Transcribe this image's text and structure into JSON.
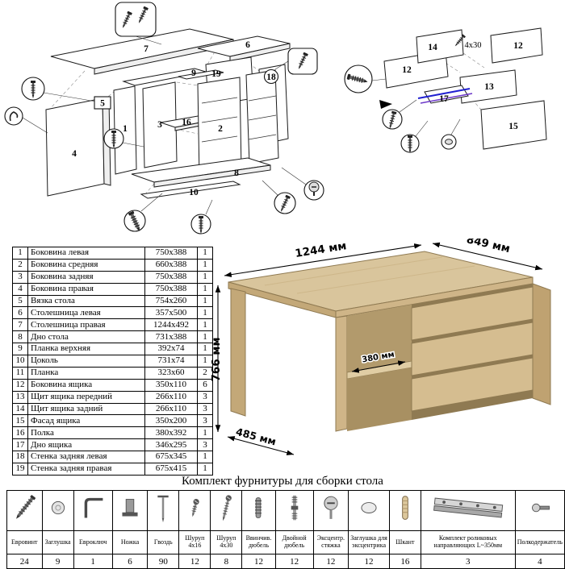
{
  "page": {
    "title": "Комплект фурнитуры для сборки стола"
  },
  "callouts": {
    "1": "1",
    "2": "2",
    "3": "3",
    "4": "4",
    "5": "5",
    "6": "6",
    "7": "7",
    "8": "8",
    "9": "9",
    "10": "10",
    "12": "12",
    "13": "13",
    "14": "14",
    "15": "15",
    "16": "16",
    "17": "17",
    "18": "18",
    "19": "19",
    "screw_note": "4x30"
  },
  "desk_dimensions": {
    "width_top": "1244 мм",
    "depth_top": "849 мм",
    "height_left": "766 мм",
    "shelf_depth": "380 мм",
    "left_bottom": "485 мм"
  },
  "parts_table": {
    "rows": [
      [
        "1",
        "Боковина левая",
        "750x388",
        "1"
      ],
      [
        "2",
        "Боковина средняя",
        "660x388",
        "1"
      ],
      [
        "3",
        "Боковина задняя",
        "750x388",
        "1"
      ],
      [
        "4",
        "Боковина правая",
        "750x388",
        "1"
      ],
      [
        "5",
        "Вязка стола",
        "754x260",
        "1"
      ],
      [
        "6",
        "Столешница левая",
        "357x500",
        "1"
      ],
      [
        "7",
        "Столешница правая",
        "1244x492",
        "1"
      ],
      [
        "8",
        "Дно стола",
        "731x388",
        "1"
      ],
      [
        "9",
        "Планка верхняя",
        "392x74",
        "1"
      ],
      [
        "10",
        "Цоколь",
        "731x74",
        "1"
      ],
      [
        "11",
        "Планка",
        "323x60",
        "2"
      ],
      [
        "12",
        "Боковина ящика",
        "350x110",
        "6"
      ],
      [
        "13",
        "Щит ящика передний",
        "266x110",
        "3"
      ],
      [
        "14",
        "Щит ящика задний",
        "266x110",
        "3"
      ],
      [
        "15",
        "Фасад ящика",
        "350x200",
        "3"
      ],
      [
        "16",
        "Полка",
        "380x392",
        "1"
      ],
      [
        "17",
        "Дно ящика",
        "346x295",
        "3"
      ],
      [
        "18",
        "Стенка задняя левая",
        "675x345",
        "1"
      ],
      [
        "19",
        "Стенка задняя правая",
        "675x415",
        "1"
      ]
    ]
  },
  "hardware_table": {
    "items": [
      {
        "name": "Евровинт",
        "qty": "24",
        "icon": "confirmat-screw"
      },
      {
        "name": "Заглушка",
        "qty": "9",
        "icon": "cap"
      },
      {
        "name": "Евроключ",
        "qty": "1",
        "icon": "hex-key"
      },
      {
        "name": "Ножка",
        "qty": "6",
        "icon": "foot"
      },
      {
        "name": "Гвоздь",
        "qty": "90",
        "icon": "nail"
      },
      {
        "name": "Шуруп 4х16",
        "qty": "12",
        "icon": "screw-short"
      },
      {
        "name": "Шуруп 4х30",
        "qty": "8",
        "icon": "screw-long"
      },
      {
        "name": "Ввинчив. дюбель",
        "qty": "12",
        "icon": "threaded-dowel"
      },
      {
        "name": "Двойной дюбель",
        "qty": "12",
        "icon": "double-dowel"
      },
      {
        "name": "Эксцентр. стяжка",
        "qty": "12",
        "icon": "cam-lock"
      },
      {
        "name": "Заглушка для эксцентрика",
        "qty": "12",
        "icon": "cam-cap"
      },
      {
        "name": "Шкант",
        "qty": "16",
        "icon": "wood-dowel"
      },
      {
        "name": "Комплект роликовых направляющих L~350мм",
        "qty": "3",
        "icon": "drawer-slide"
      },
      {
        "name": "Полкодержатель",
        "qty": "4",
        "icon": "shelf-pin"
      }
    ]
  }
}
